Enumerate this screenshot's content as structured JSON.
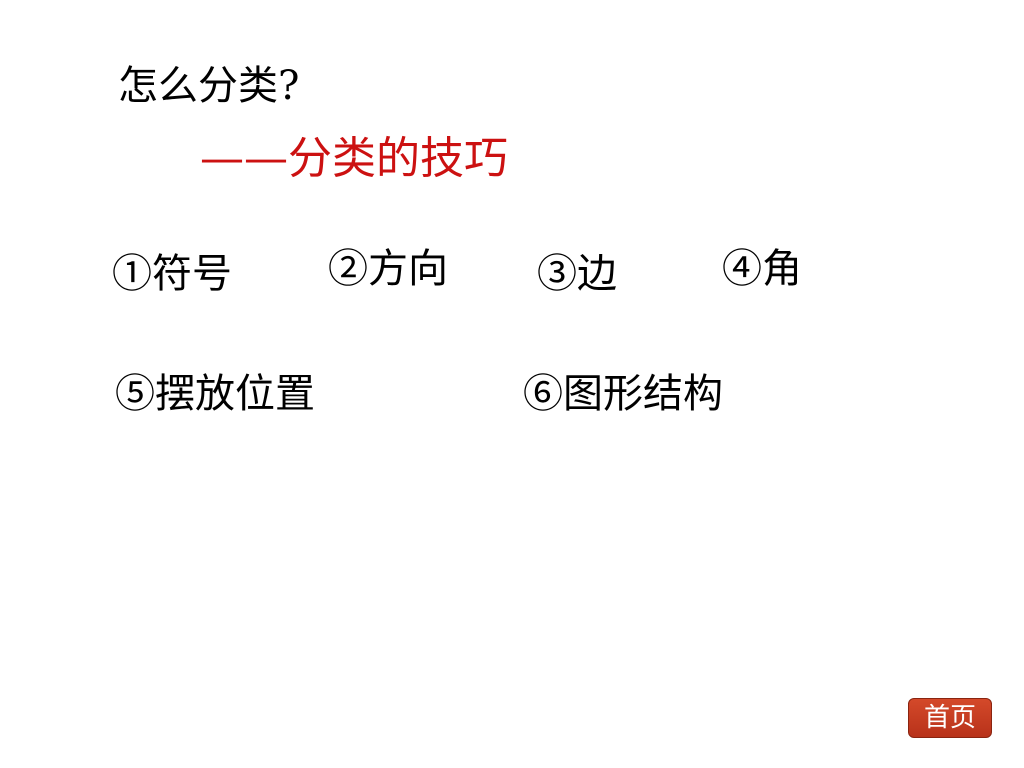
{
  "slide": {
    "question": "怎么分类?",
    "subtitle": "——分类的技巧",
    "tips": [
      "①符号",
      "②方向",
      "③边",
      "④角",
      "⑤摆放位置",
      "⑥图形结构"
    ]
  },
  "nav": {
    "home_label": "首页"
  },
  "colors": {
    "subtitle": "#cc1111",
    "home_button": "#c43c22"
  }
}
